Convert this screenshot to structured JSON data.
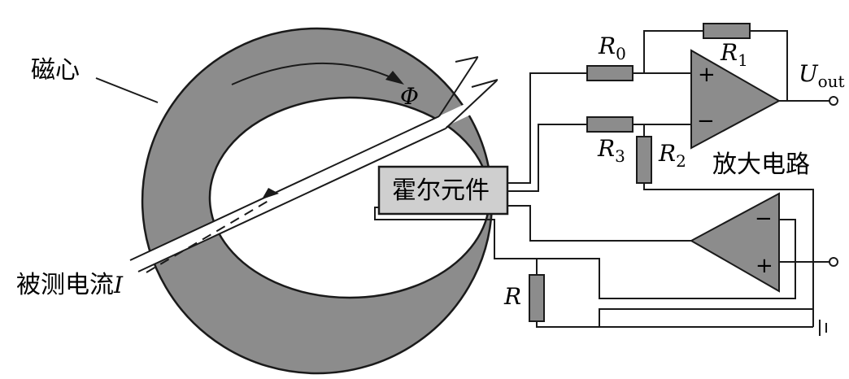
{
  "labels": {
    "core": "磁心",
    "flux": "Φ",
    "hall_element": "霍尔元件",
    "measured_current": "被测电流",
    "current_symbol": "I",
    "amplifier": "放大电路",
    "output_symbol": "U",
    "output_sub": "out",
    "r_symbol": "R",
    "r0_sub": "0",
    "r1_sub": "1",
    "r2_sub": "2",
    "r3_sub": "3",
    "plus": "+",
    "minus": "−"
  }
}
